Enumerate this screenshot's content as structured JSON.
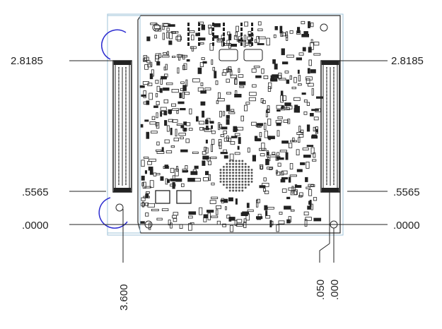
{
  "drawing": {
    "left_dims": {
      "top": "2.8185",
      "mid": ".5565",
      "bottom": ".0000"
    },
    "right_dims": {
      "top": "2.8185",
      "mid": ".5565",
      "bottom": ".0000"
    },
    "bottom_dims": {
      "left": "3.600",
      "right_a": ".050",
      "right_b": ".000"
    },
    "colors": {
      "outline": "#2a2a2a",
      "board_edge": "#9fc3d9",
      "arc_blue": "#2c2cd0"
    }
  }
}
